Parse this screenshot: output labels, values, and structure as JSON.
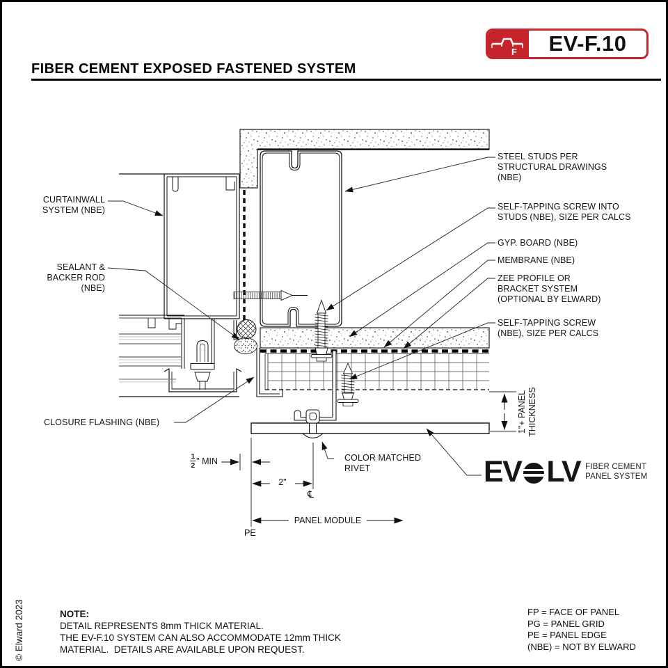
{
  "header": {
    "badge": {
      "code": "EV-F.10",
      "icon_letter": "F",
      "accent": "#c5242c"
    },
    "title": "FIBER CEMENT EXPOSED FASTENED SYSTEM"
  },
  "copyright": "© Elward 2023",
  "callouts": {
    "curtainwall": "CURTAINWALL\nSYSTEM (NBE)",
    "sealant": "SEALANT &\nBACKER ROD\n(NBE)",
    "closure_flashing": "CLOSURE FLASHING (NBE)",
    "steel_studs": "STEEL STUDS PER\nSTRUCTURAL DRAWINGS\n(NBE)",
    "screw_into_studs": "SELF-TAPPING SCREW INTO\nSTUDS (NBE), SIZE PER CALCS",
    "gyp_board": "GYP. BOARD (NBE)",
    "membrane": "MEMBRANE (NBE)",
    "zee_profile": "ZEE PROFILE OR\nBRACKET SYSTEM\n(OPTIONAL BY ELWARD)",
    "self_tapping_screw": "SELF-TAPPING SCREW\n(NBE), SIZE PER CALCS",
    "rivet": "COLOR MATCHED\nRIVET"
  },
  "dimensions": {
    "half_min": {
      "numerator": "1",
      "denominator": "2",
      "suffix": "\" MIN"
    },
    "two_inch": "2\"",
    "centerline_symbol": "℄",
    "panel_module": "PANEL MODULE",
    "panel_edge": "PE",
    "panel_thickness": "1\"+ PANEL\nTHICKNESS"
  },
  "brand": {
    "wordmark_left": "EV",
    "wordmark_right": "LV",
    "tagline_line1": "FIBER CEMENT",
    "tagline_line2": "PANEL SYSTEM"
  },
  "note": {
    "heading": "NOTE:",
    "body": "DETAIL REPRESENTS 8mm THICK MATERIAL.\nTHE EV-F.10 SYSTEM CAN ALSO ACCOMMODATE 12mm THICK\nMATERIAL.  DETAILS ARE AVAILABLE UPON REQUEST."
  },
  "legend": {
    "items": [
      "FP = FACE OF PANEL",
      "PG = PANEL GRID",
      "PE = PANEL EDGE",
      "(NBE) = NOT BY ELWARD"
    ]
  }
}
